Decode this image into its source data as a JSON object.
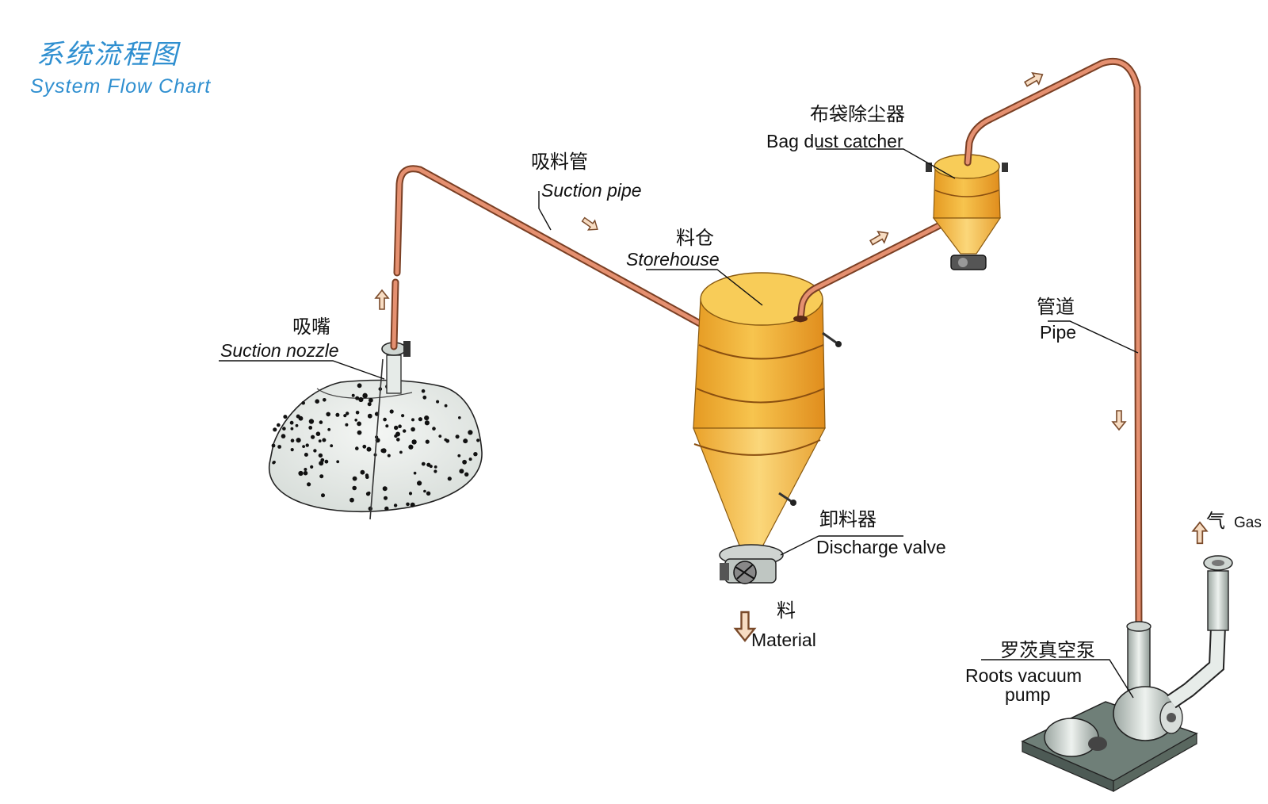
{
  "title": {
    "cn": "系统流程图",
    "en": "System Flow Chart"
  },
  "labels": {
    "suction_nozzle": {
      "cn": "吸嘴",
      "en": "Suction nozzle"
    },
    "suction_pipe": {
      "cn": "吸料管",
      "en": "Suction pipe"
    },
    "storehouse": {
      "cn": "料仓",
      "en": "Storehouse"
    },
    "bag_dust_catcher": {
      "cn": "布袋除尘器",
      "en": "Bag dust catcher"
    },
    "pipe": {
      "cn": "管道",
      "en": "Pipe"
    },
    "discharge_valve": {
      "cn": "卸料器",
      "en": "Discharge valve"
    },
    "material": {
      "cn": "料",
      "en": "Material"
    },
    "roots_pump": {
      "cn": "罗茨真空泵",
      "en_line1": "Roots vacuum",
      "en_line2": "pump"
    },
    "gas": {
      "cn": "气",
      "en": "Gas"
    }
  },
  "colors": {
    "title": "#2f8fd0",
    "pipe": "#d9825a",
    "tank": "#f2b73a",
    "arrow_fill": "#f7dcc2",
    "arrow_stroke": "#7a4a2a"
  }
}
